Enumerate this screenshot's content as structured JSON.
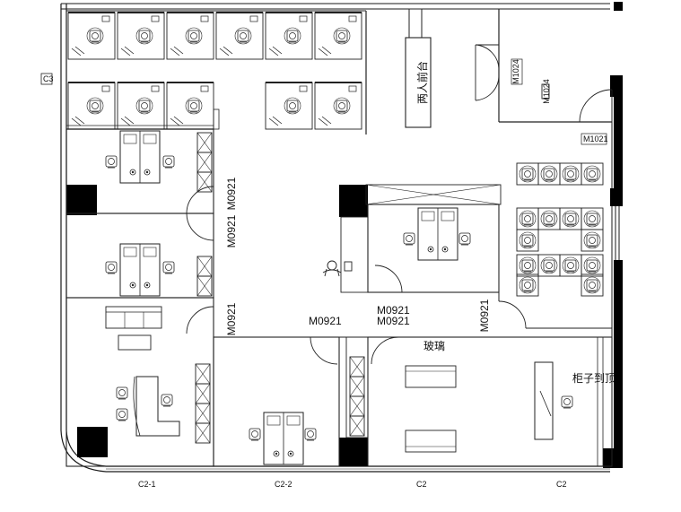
{
  "labels": {
    "reception": "两人前台",
    "glass": "玻璃",
    "cabinet": "柜子到顶",
    "door_m0921": "M0921",
    "door_m1021": "M1021",
    "door_m1024": "M1024",
    "door_top_right": "M1024",
    "room_mark_left": "C3",
    "bottom_marks": [
      "C2-1",
      "C2-2",
      "C2",
      "C2"
    ]
  },
  "colors": {
    "line": "#1a1a1a",
    "wall_solid": "#000000",
    "column_fill": "#000000"
  }
}
